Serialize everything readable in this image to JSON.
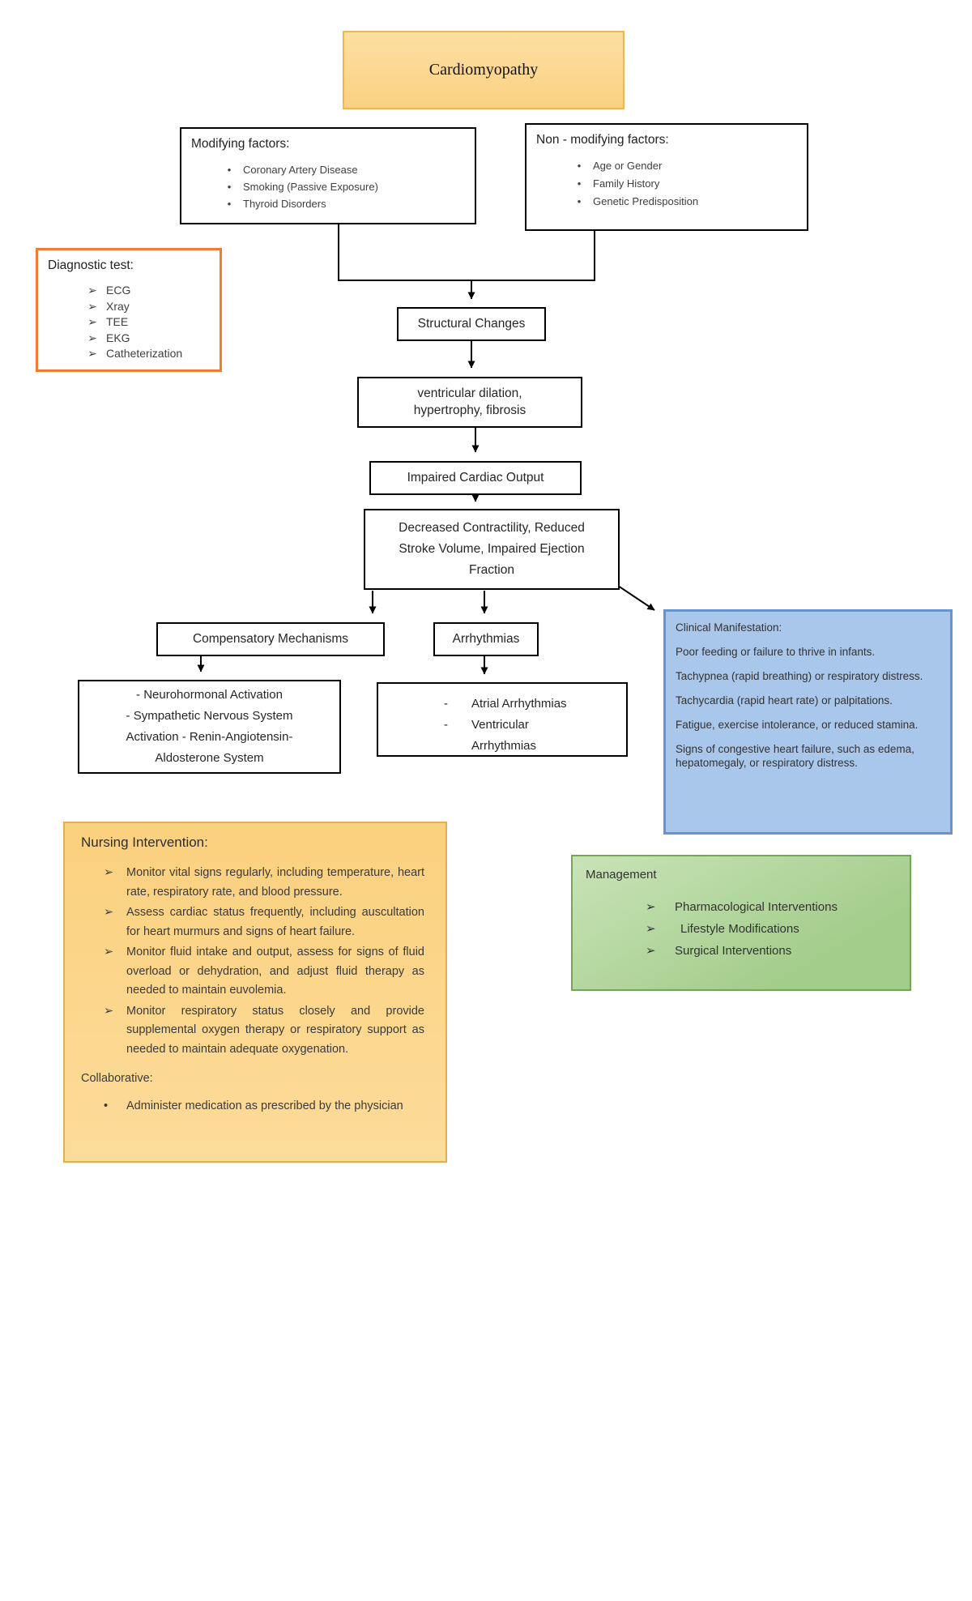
{
  "title": "Cardiomyopathy",
  "icons": {
    "arrow_bullet": "➢",
    "bullet": "•",
    "dash": "-"
  },
  "modifying": {
    "title": "Modifying factors:",
    "items": [
      "Coronary Artery Disease",
      "Smoking (Passive Exposure)",
      "Thyroid Disorders"
    ]
  },
  "non_modifying": {
    "title": "Non - modifying factors:",
    "items": [
      "Age or Gender",
      "Family History",
      "Genetic Predisposition"
    ]
  },
  "diagnostic": {
    "title": "Diagnostic test:",
    "items": [
      "ECG",
      "Xray",
      "TEE",
      "EKG",
      "Catheterization"
    ]
  },
  "flow": {
    "structural_changes": "Structural Changes",
    "ventricular": "ventricular dilation, hypertrophy, fibrosis",
    "impaired_output": "Impaired Cardiac Output",
    "decreased": "Decreased Contractility, Reduced Stroke Volume, Impaired Ejection Fraction",
    "compensatory": "Compensatory Mechanisms",
    "arrhythmias": "Arrhythmias",
    "compensatory_detail_lines": [
      "- Neurohormonal Activation",
      "- Sympathetic Nervous System",
      "Activation - Renin-Angiotensin-",
      "Aldosterone System"
    ],
    "arrhythmia_items": [
      "Atrial Arrhythmias",
      "Ventricular Arrhythmias"
    ]
  },
  "clinical": {
    "title": "Clinical Manifestation:",
    "paragraphs": [
      "Poor feeding or failure to thrive in infants.",
      "Tachypnea (rapid breathing) or respiratory distress.",
      "Tachycardia (rapid heart rate) or palpitations.",
      "Fatigue, exercise intolerance, or reduced stamina.",
      "Signs of congestive heart failure, such as edema, hepatomegaly, or respiratory distress."
    ]
  },
  "nursing": {
    "title": "Nursing Intervention:",
    "items": [
      "Monitor vital signs regularly, including temperature, heart rate, respiratory rate, and blood pressure.",
      "Assess cardiac status frequently, including auscultation for heart murmurs and signs of heart failure.",
      "Monitor fluid intake and output, assess for signs of fluid overload or dehydration, and adjust fluid therapy as needed to maintain euvolemia.",
      "Monitor respiratory status closely and provide supplemental oxygen therapy or respiratory support as needed to maintain adequate oxygenation."
    ],
    "collaborative_title": "Collaborative:",
    "collaborative_items": [
      "Administer medication as prescribed by the physician"
    ]
  },
  "management": {
    "title": "Management",
    "items": [
      "Pharmacological Interventions",
      "Lifestyle Modifications",
      "Surgical Interventions"
    ]
  },
  "colors": {
    "title_fill": "#FBD588",
    "title_border": "#EDB751",
    "diagnostic_border": "#ED7D31",
    "clinical_fill": "#A9C7EA",
    "clinical_border": "#6794CC",
    "nursing_fill": "#FBD588",
    "nursing_border": "#E3AF4A",
    "management_fill": "#A9D08E",
    "management_border": "#74A755",
    "line_color": "#000000"
  }
}
